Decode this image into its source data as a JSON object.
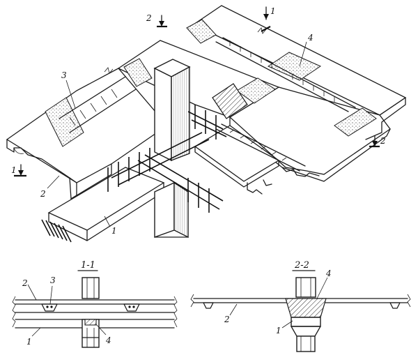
{
  "callouts": {
    "main_3": "3",
    "main_4": "4",
    "main_2": "2",
    "main_1": "1",
    "cut_2_top": "2",
    "cut_1_top": "1",
    "cut_1_left": "1",
    "cut_2_right": "2"
  },
  "section_1_1": {
    "title": "1-1",
    "label_2": "2",
    "label_3": "3",
    "label_1": "1",
    "label_4": "4"
  },
  "section_2_2": {
    "title": "2-2",
    "label_4": "4",
    "label_2": "2",
    "label_1": "1"
  }
}
